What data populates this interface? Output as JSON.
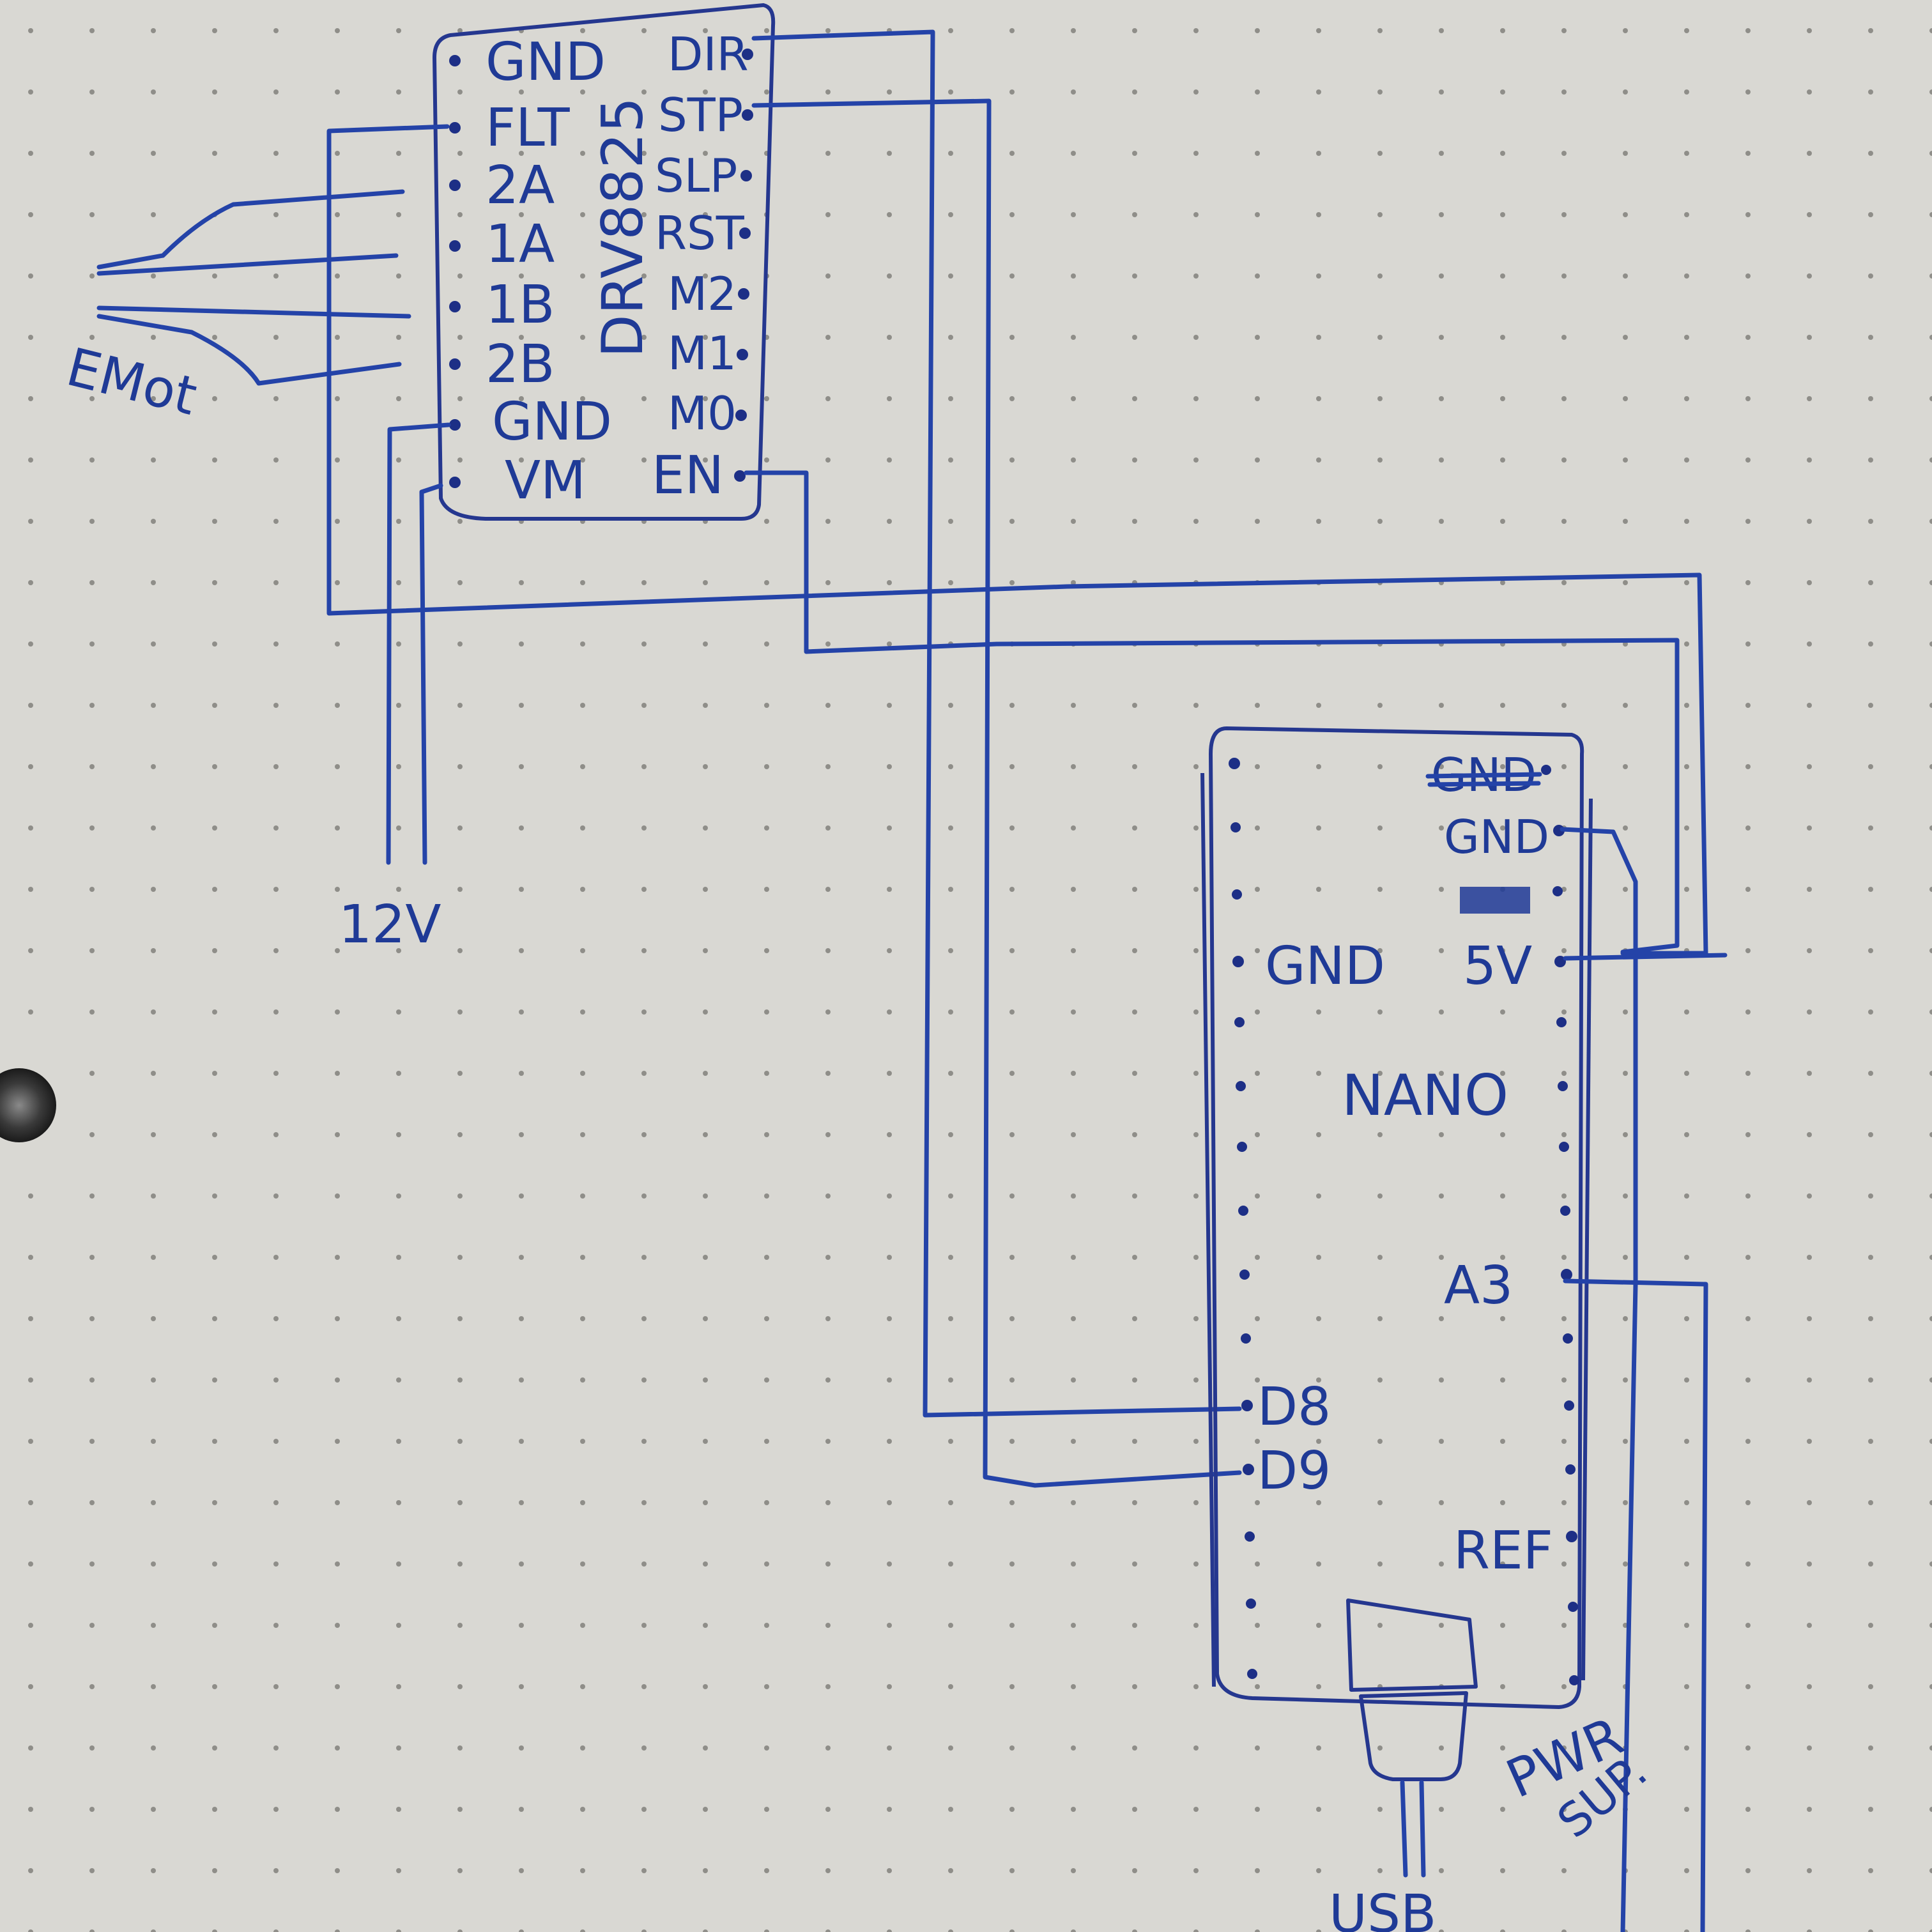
{
  "driver": {
    "left_pins": [
      "GND",
      "FLT",
      "2A",
      "1A",
      "1B",
      "2B",
      "GND",
      "VM"
    ],
    "right_pins": [
      "DIR",
      "STP",
      "SLP",
      "RST",
      "M2",
      "M1",
      "M0",
      "EN"
    ],
    "chip_label": "DRV8825"
  },
  "motor": {
    "label": "EMot"
  },
  "supply_12v": {
    "label": "12V"
  },
  "nano": {
    "title": "NANO",
    "left_labels": {
      "gnd": "GND",
      "d8": "D8",
      "d9": "D9"
    },
    "right_labels": {
      "gnd_crossed": "GND",
      "gnd": "GND",
      "crossed": "",
      "v5": "5V",
      "a3": "A3",
      "ref": "REF"
    },
    "usb_label": "USB",
    "pwr_label": "PWR",
    "sup_label": "SUP."
  },
  "colors": {
    "paper": "#d9d8d3",
    "ink": "#1f3a96",
    "dot": "#8f8e89"
  }
}
